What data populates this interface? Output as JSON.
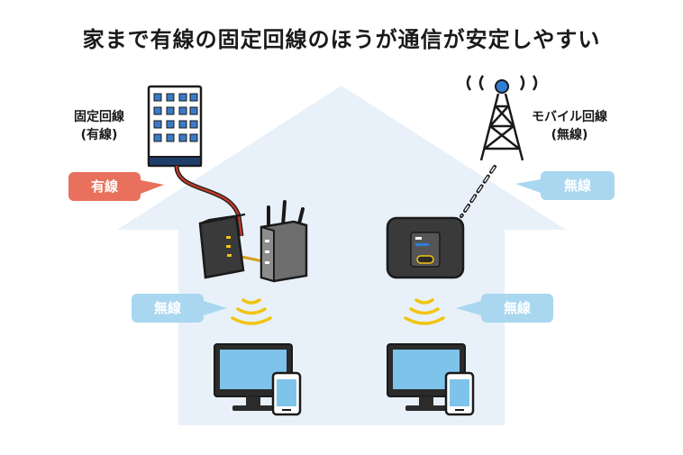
{
  "title": "家まで有線の固定回線のほうが通信が安定しやすい",
  "left": {
    "label_line1": "固定回線",
    "label_line2": "(有線)",
    "bubble_wired": "有線",
    "bubble_wireless": "無線"
  },
  "right": {
    "label_line1": "モバイル回線",
    "label_line2": "(無線)",
    "bubble_wireless_top": "無線",
    "bubble_wireless_bottom": "無線"
  },
  "colors": {
    "house": "#e8f1f9",
    "wired_bubble": "#e8705c",
    "wireless_bubble": "#a9d7f0",
    "cable": "#c0392b",
    "signal": "#f1c40f",
    "tower_accent": "#2f7fd6"
  }
}
